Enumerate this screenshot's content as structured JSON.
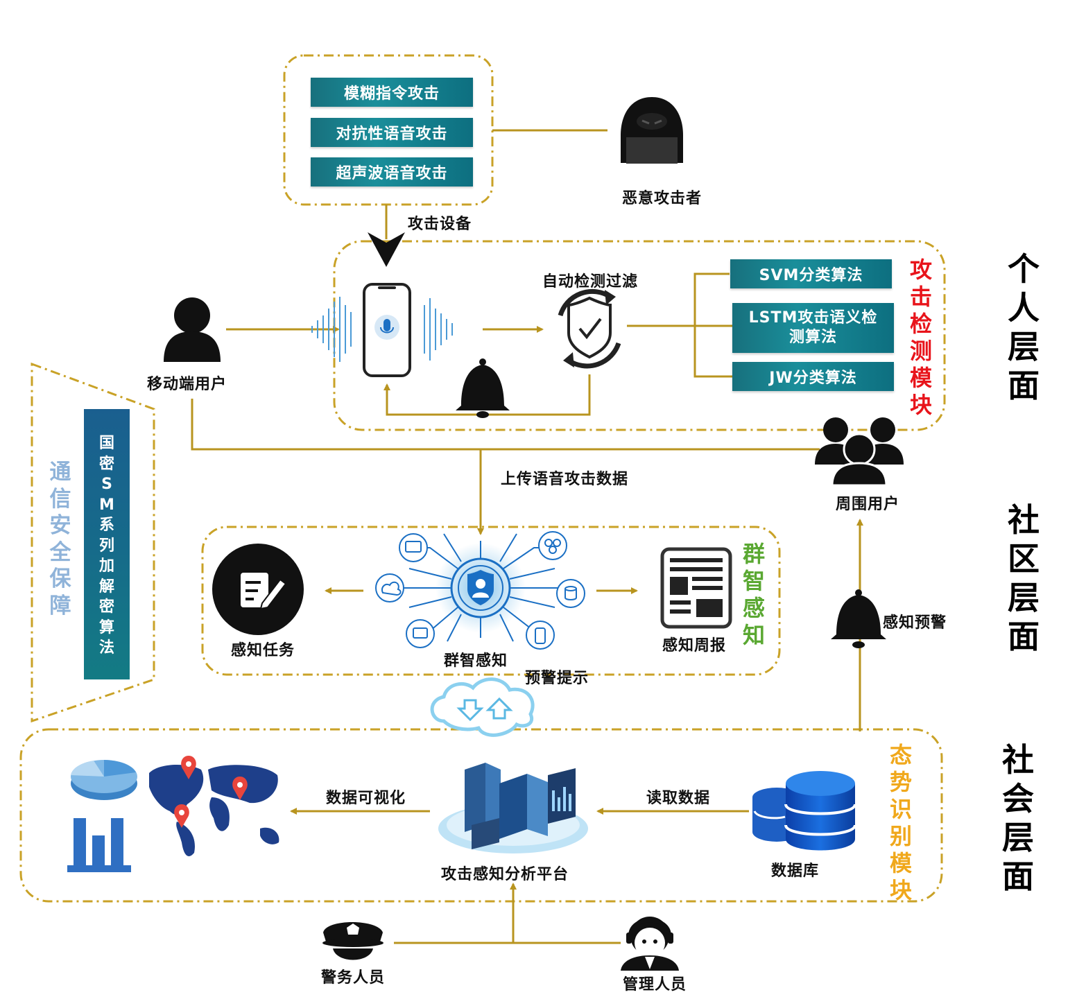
{
  "attack_methods": [
    "模糊指令攻击",
    "对抗性语音攻击",
    "超声波语音攻击"
  ],
  "attacker_label": "恶意攻击者",
  "attack_device_label": "攻击设备",
  "auto_filter_label": "自动检测过滤",
  "algorithms": [
    "SVM分类算法",
    "LSTM攻击语义检测算法",
    "JW分类算法"
  ],
  "detect_module_title": "攻击检测模块",
  "mobile_user_label": "移动端用户",
  "upload_label": "上传语音攻击数据",
  "nearby_users_label": "周围用户",
  "sensing_task_label": "感知任务",
  "crowd_center_label": "群智感知",
  "warning_hint_label": "预警提示",
  "weekly_report_label": "感知周报",
  "crowd_module_title": "群智感知",
  "security_title": "通信安全保障",
  "sm_title": "国密SM系列加解密算法",
  "sense_alert_label": "感知预警",
  "visualize_label": "数据可视化",
  "platform_label": "攻击感知分析平台",
  "read_data_label": "读取数据",
  "database_label": "数据库",
  "situation_module_title": "态势识别模块",
  "police_label": "警务人员",
  "admin_label": "管理人员",
  "layers": {
    "personal": "个人层面",
    "community": "社区层面",
    "society": "社会层面"
  },
  "colors": {
    "line": "#b8941f",
    "dash": "#c9a227",
    "teal": "#1a8e9a",
    "red": "#e8141b",
    "green": "#5aa832",
    "orange": "#f0a81c",
    "lightblue": "#8fb3d9",
    "blue": "#1a55b0"
  }
}
